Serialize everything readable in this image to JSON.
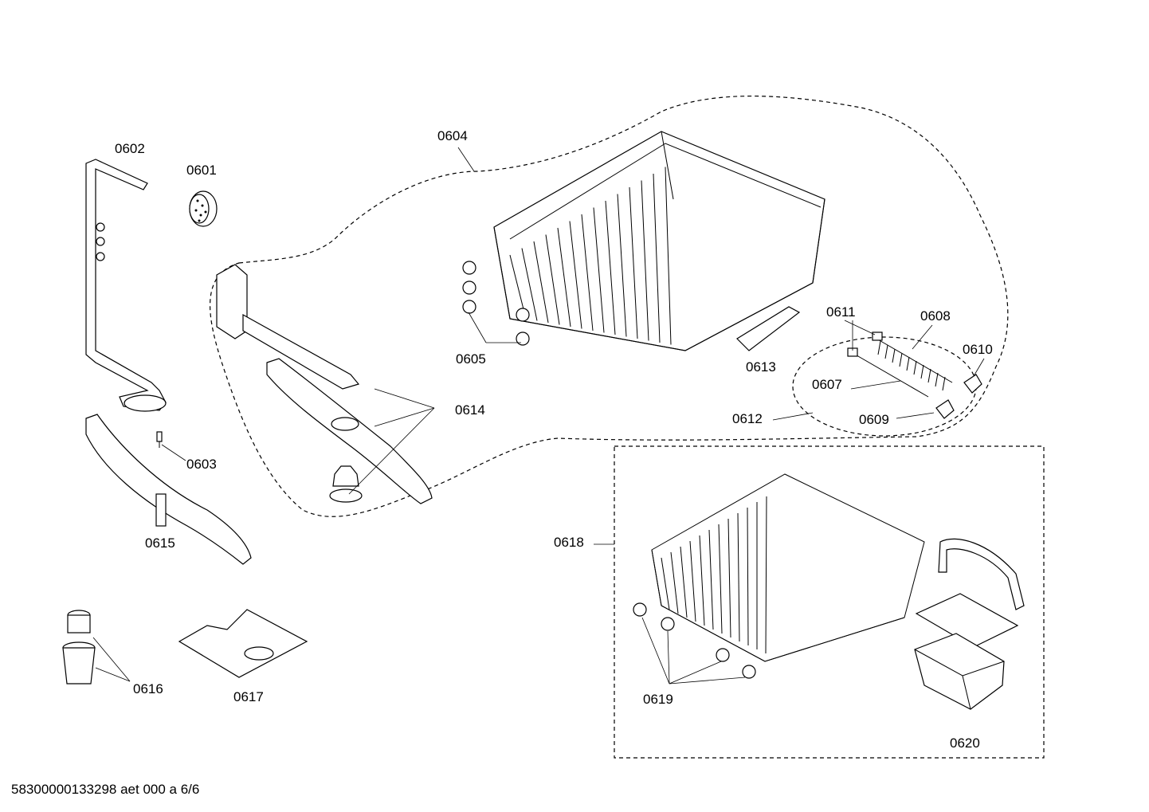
{
  "diagram": {
    "labels": {
      "p0601": "0601",
      "p0602": "0602",
      "p0603": "0603",
      "p0604": "0604",
      "p0605": "0605",
      "p0607": "0607",
      "p0608": "0608",
      "p0609": "0609",
      "p0610": "0610",
      "p0611": "0611",
      "p0612": "0612",
      "p0613": "0613",
      "p0614": "0614",
      "p0615": "0615",
      "p0616": "0616",
      "p0617": "0617",
      "p0618": "0618",
      "p0619": "0619",
      "p0620": "0620"
    },
    "footer": "58300000133298 aet 000 a 6/6"
  }
}
